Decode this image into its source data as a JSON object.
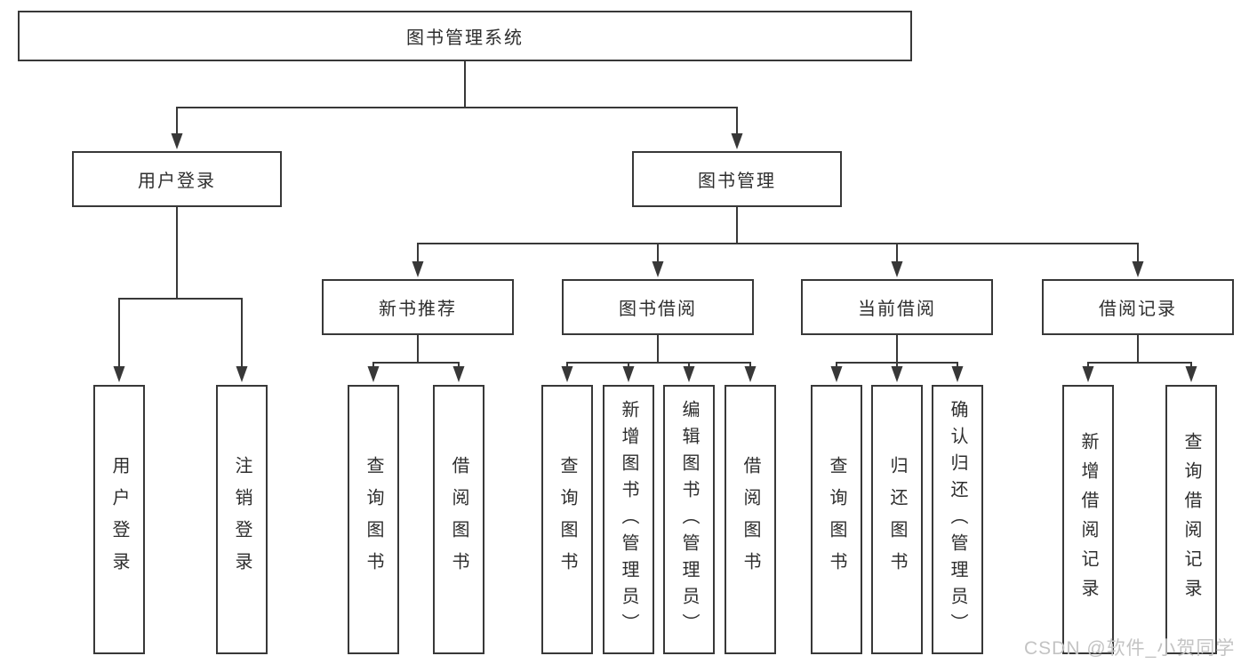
{
  "colors": {
    "line": "#383838",
    "box-border": "#383838",
    "text": "#2e2e2e",
    "watermark": "#c3c3c3",
    "background": "#ffffff"
  },
  "tree": {
    "label": "图书管理系统",
    "children": [
      {
        "label": "用户登录",
        "children": [
          {
            "label": "用户登录"
          },
          {
            "label": "注销登录"
          }
        ]
      },
      {
        "label": "图书管理",
        "children": [
          {
            "label": "新书推荐",
            "children": [
              {
                "label": "查询图书"
              },
              {
                "label": "借阅图书"
              }
            ]
          },
          {
            "label": "图书借阅",
            "children": [
              {
                "label": "查询图书"
              },
              {
                "label": "新增图书（管理员）"
              },
              {
                "label": "编辑图书（管理员）"
              },
              {
                "label": "借阅图书"
              }
            ]
          },
          {
            "label": "当前借阅",
            "children": [
              {
                "label": "查询图书"
              },
              {
                "label": "归还图书"
              },
              {
                "label": "确认归还（管理员）"
              }
            ]
          },
          {
            "label": "借阅记录",
            "children": [
              {
                "label": "新增借阅记录"
              },
              {
                "label": "查询借阅记录"
              }
            ]
          }
        ]
      }
    ]
  },
  "watermark": {
    "text": "CSDN @软件_小贺同学"
  }
}
